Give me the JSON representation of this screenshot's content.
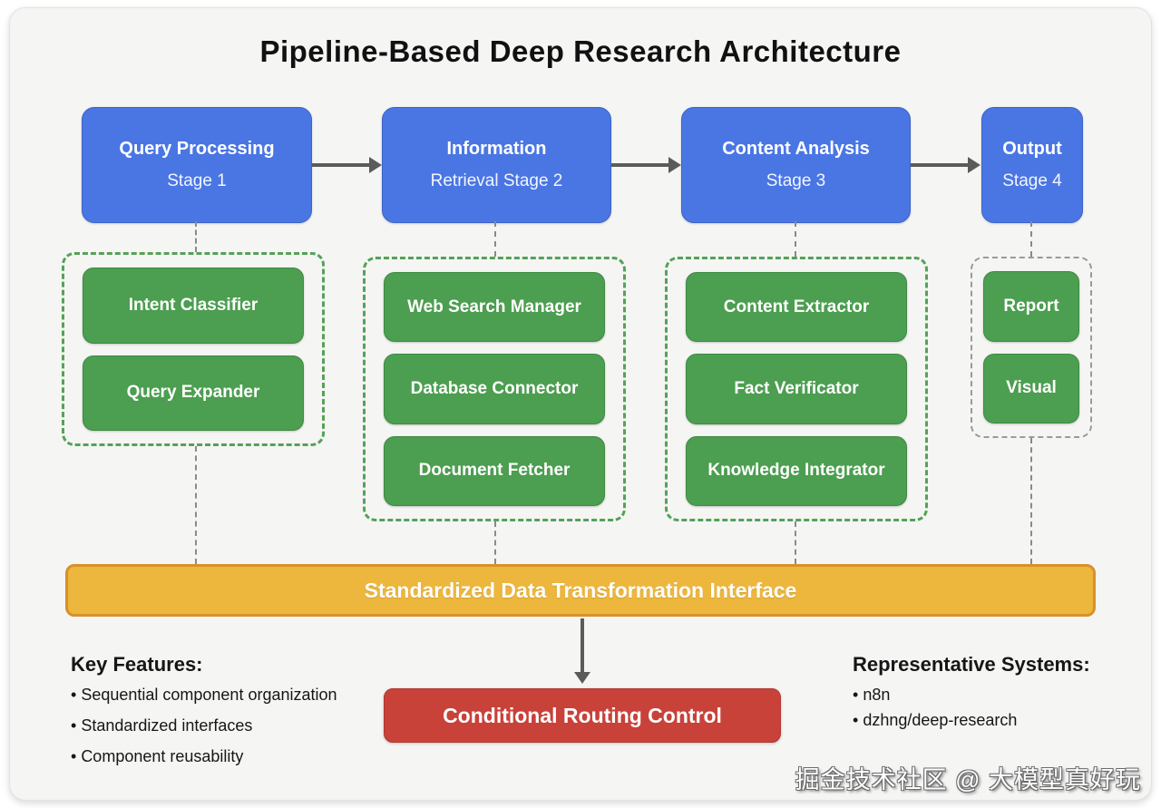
{
  "title": "Pipeline-Based Deep Research Architecture",
  "stages": [
    {
      "line1": "Query Processing",
      "line2": "Stage 1"
    },
    {
      "line1": "Information",
      "line2": "Retrieval Stage 2"
    },
    {
      "line1": "Content Analysis",
      "line2": "Stage 3"
    },
    {
      "line1": "Output",
      "line2": "Stage 4"
    }
  ],
  "groups": [
    {
      "items": [
        "Intent Classifier",
        "Query Expander"
      ]
    },
    {
      "items": [
        "Web Search Manager",
        "Database Connector",
        "Document Fetcher"
      ]
    },
    {
      "items": [
        "Content Extractor",
        "Fact Verificator",
        "Knowledge Integrator"
      ]
    },
    {
      "items": [
        "Report",
        "Visual"
      ]
    }
  ],
  "interface_bar_label": "Standardized Data Transformation Interface",
  "routing_box_label": "Conditional Routing Control",
  "key_features": {
    "title": "Key Features:",
    "items": [
      "Sequential component organization",
      "Standardized interfaces",
      "Component reusability"
    ]
  },
  "representative_systems": {
    "title": "Representative Systems:",
    "items": [
      "n8n",
      "dzhng/deep-research"
    ]
  },
  "watermark": "掘金技术社区 @ 大模型真好玩",
  "colors": {
    "stage_blue": "#4a76e4",
    "component_green": "#4c9e50",
    "group_border_green": "#55a257",
    "group_border_gray": "#9a9a9a",
    "interface_orange": "#edb63d",
    "interface_orange_border": "#d89129",
    "routing_red": "#c8423a",
    "arrow_gray": "#5b5b5b",
    "panel_background": "#f5f5f4"
  }
}
